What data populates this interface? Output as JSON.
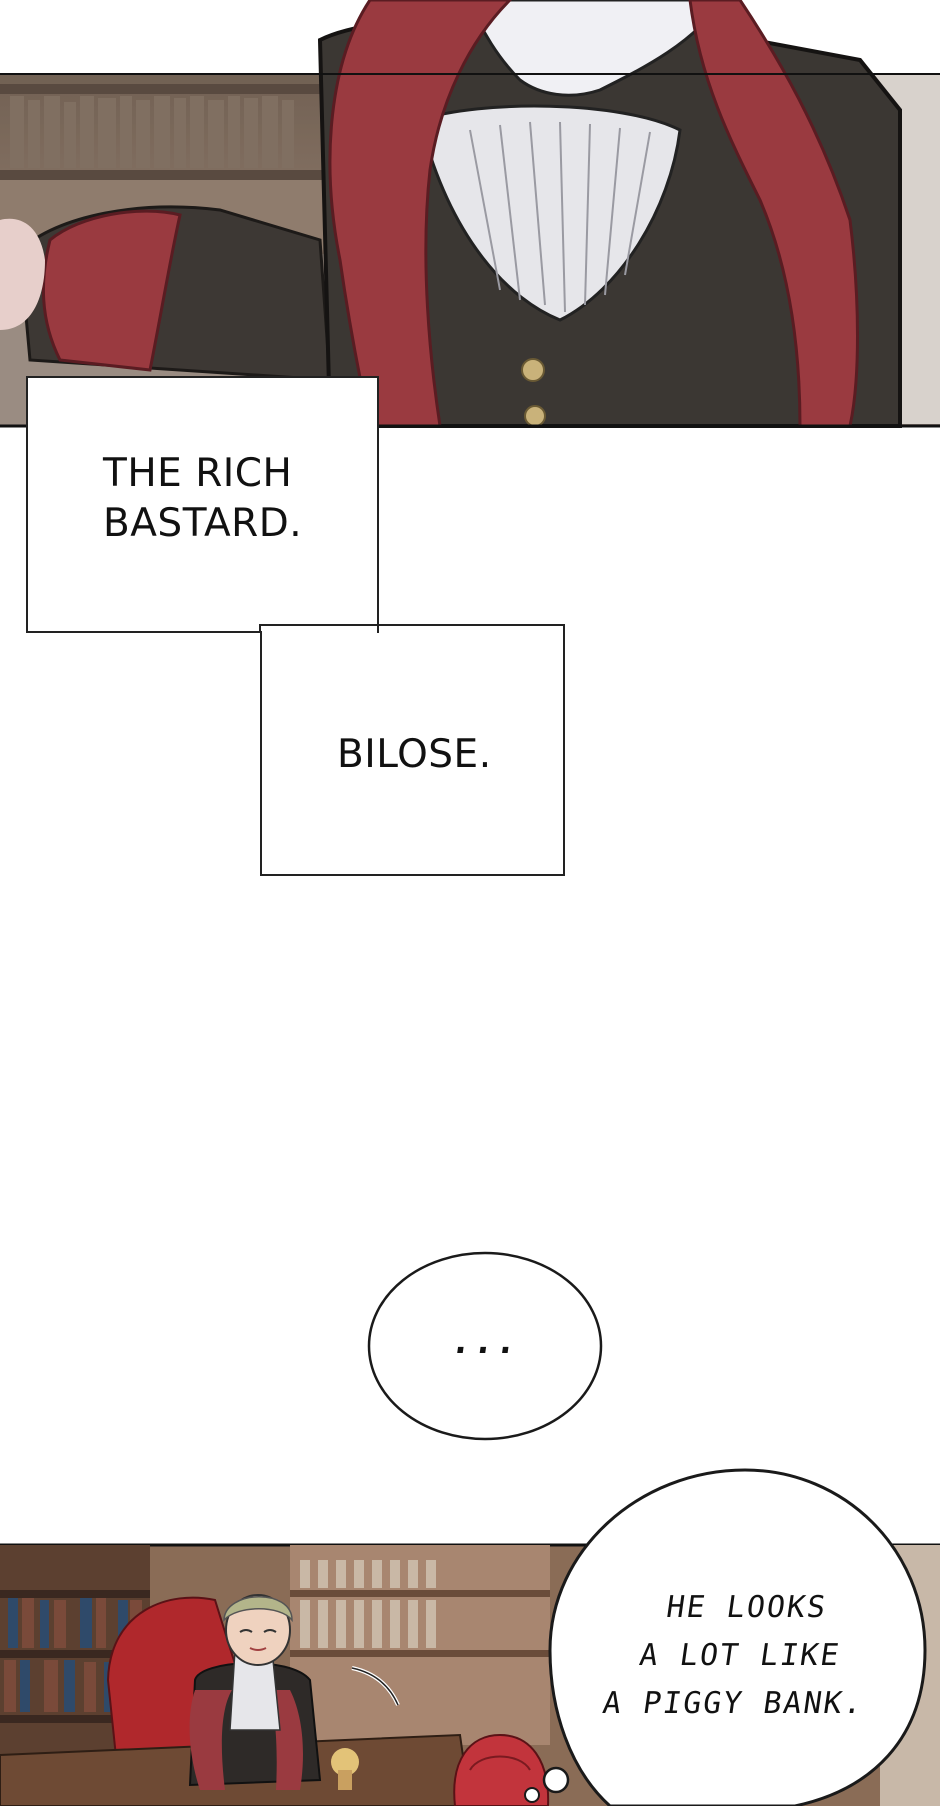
{
  "panels": {
    "top": {
      "description_color": "#3a3532"
    },
    "bottom": {
      "description_color": "#7a5a44"
    }
  },
  "captions": {
    "first": {
      "line1": "THE RICH",
      "line2": "BASTARD."
    },
    "second": {
      "text": "BILOSE."
    }
  },
  "bubbles": {
    "silence": {
      "text": "..."
    },
    "thought": {
      "line1": "HE LOOKS",
      "line2": "A LOT LIKE",
      "line3": "A PIGGY BANK."
    }
  },
  "colors": {
    "fur": "#9a3a40",
    "vest": "#3b3733",
    "shirt": "#e6e6ea",
    "button": "#c9b27a",
    "library": "#6e5340",
    "hair_red": "#c2343c"
  }
}
